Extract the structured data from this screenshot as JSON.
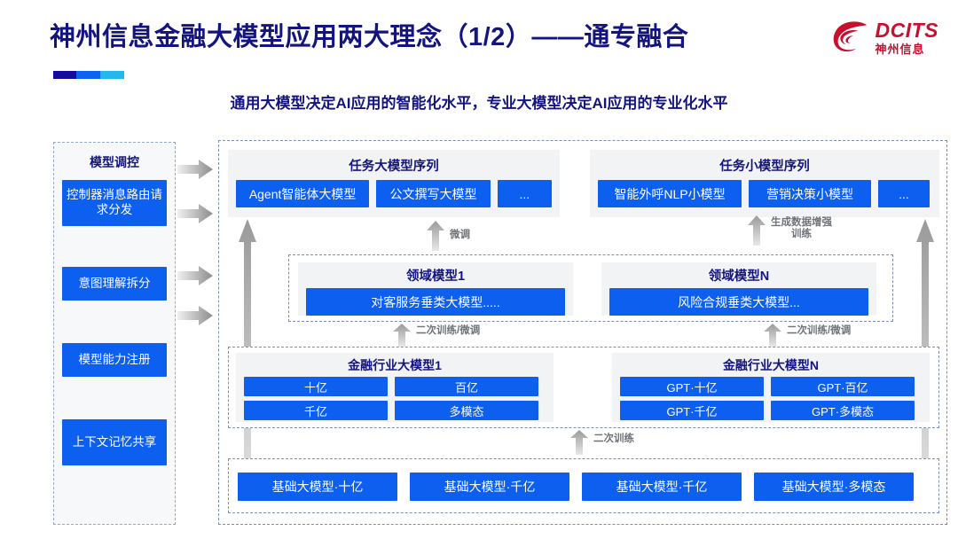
{
  "header": {
    "title": "神州信息金融大模型应用两大理念（1/2）——通专融合",
    "subtitle": "通用大模型决定AI应用的智能化水平，专业大模型决定AI应用的专业化水平",
    "accent_navy": "#13147F",
    "accent_blue": "#0D5FF0",
    "accent_cyan": "#23B7EC",
    "logo": {
      "en": "DCITS",
      "cn": "神州信息",
      "color": "#C8102E"
    }
  },
  "control_panel": {
    "title": "模型调控",
    "items": [
      {
        "label": "控制器消息路由请求分发"
      },
      {
        "label": "意图理解拆分"
      },
      {
        "label": "模型能力注册"
      },
      {
        "label": "上下文记忆共享"
      }
    ]
  },
  "task_groups": [
    {
      "title": "任务大模型序列",
      "chips": [
        "Agent智能体大模型",
        "公文撰写大模型",
        "..."
      ]
    },
    {
      "title": "任务小模型序列",
      "chips": [
        "智能外呼NLP小模型",
        "营销决策小模型",
        "..."
      ]
    }
  ],
  "domain_models": [
    {
      "title": "领域模型1",
      "chip": "对客服务垂类大模型....."
    },
    {
      "title": "领域模型N",
      "chip": "风险合规垂类大模型..."
    }
  ],
  "industry_models": [
    {
      "title": "金融行业大模型1",
      "chips": [
        "十亿",
        "百亿",
        "千亿",
        "多模态"
      ]
    },
    {
      "title": "金融行业大模型N",
      "chips": [
        "GPT·十亿",
        "GPT·百亿",
        "GPT·千亿",
        "GPT·多模态"
      ]
    }
  ],
  "base_models": {
    "chips": [
      "基础大模型·十亿",
      "基础大模型·千亿",
      "基础大模型·千亿",
      "基础大模型·多模态"
    ]
  },
  "arrow_labels": {
    "fine_tune": "微调",
    "data_aug": "生成数据增强\n训练",
    "second_train_ft_left": "二次训练/微调",
    "second_train_ft_right": "二次训练/微调",
    "second_train": "二次训练"
  }
}
